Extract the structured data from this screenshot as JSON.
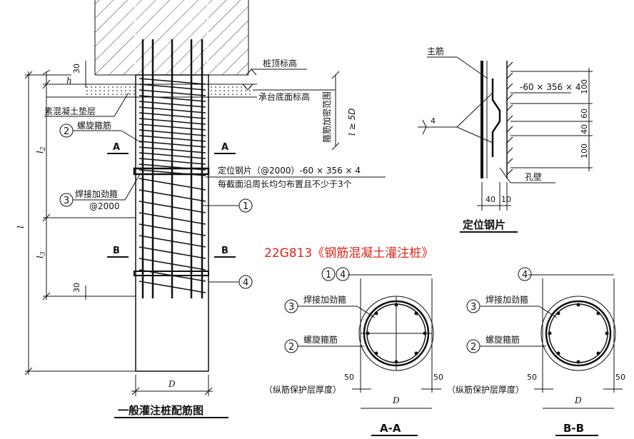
{
  "colors": {
    "ink": "#111111",
    "title_red": "#e0241b",
    "hatch": "#333333"
  },
  "main": {
    "title": "一般灌注桩配筋图",
    "labels": {
      "pile_top_elev": "桩顶标高",
      "cap_bottom_elev": "承台底面标高",
      "lean_concrete": "素混凝土垫层",
      "spiral_stirrup": "螺旋箍筋",
      "weld_ring": "焊接加劲箍",
      "weld_ring_spacing": "@2000",
      "dense_zone": "箍筋加密范围",
      "dense_len_l": "l",
      "dense_len_rest": " ≥ 5D",
      "plate_line1": "定位钢片（@2000）-60 × 356 × 4",
      "plate_line2": "每截面沿周长均匀布置且不少于3个",
      "section_a": "A",
      "section_b": "B",
      "dim_h": "h",
      "dim_30_top": "30",
      "dim_30_bot": "30",
      "dim_l2": "l",
      "dim_l2_sub": "2",
      "dim_l3": "l",
      "dim_l3_sub": "3",
      "dim_l": "l",
      "dim_D": "D"
    },
    "callouts": [
      "1",
      "2",
      "3",
      "4"
    ]
  },
  "plate_detail": {
    "title": "定位钢片",
    "main_bar": "主筋",
    "plate_size": "-60 × 356 × 4",
    "hole_wall": "孔壁",
    "weld_size": "4",
    "dims_right": [
      "100",
      "60",
      "40",
      "100"
    ],
    "dims_bottom": [
      "40",
      "10"
    ]
  },
  "standard_ref": "22G813《钢筋混凝土灌注桩》",
  "section_aa": {
    "title": "A-A",
    "callout_top": [
      "1",
      "4"
    ],
    "weld_ring": "焊接加劲箍",
    "spiral": "螺旋箍筋",
    "cover_note": "（纵筋保护层厚度）",
    "dim_left": "50",
    "dim_right": "50",
    "dim_D": "D",
    "callout_weld": "3",
    "callout_spiral": "2"
  },
  "section_bb": {
    "title": "B-B",
    "callout_top": [
      "4"
    ],
    "weld_ring": "焊接加劲箍",
    "spiral": "螺旋箍筋",
    "cover_note": "（纵筋保护层厚度）",
    "dim_left": "50",
    "dim_right": "50",
    "dim_D": "D",
    "callout_weld": "3",
    "callout_spiral": "2"
  }
}
